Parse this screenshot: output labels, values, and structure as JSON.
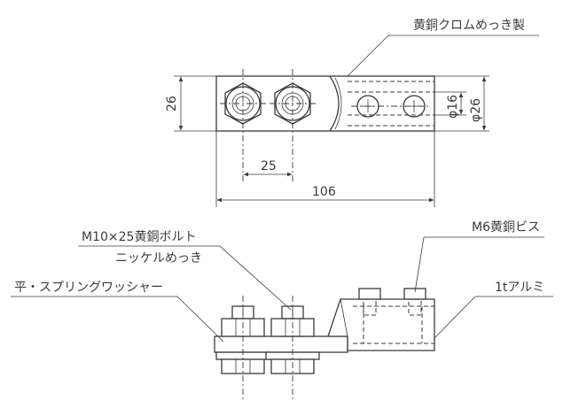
{
  "labels": {
    "material": "黄銅クロムめっき製",
    "bolt_spec": "M10×25黄銅ボルト",
    "bolt_finish": "ニッケルめっき",
    "washer": "平・スプリングワッシャー",
    "screw": "M6黄銅ビス",
    "plate": "1tアルミ"
  },
  "dimensions": {
    "height": "26",
    "pitch": "25",
    "length": "106",
    "hole_dia": "φ16",
    "outer_dia": "φ26"
  }
}
